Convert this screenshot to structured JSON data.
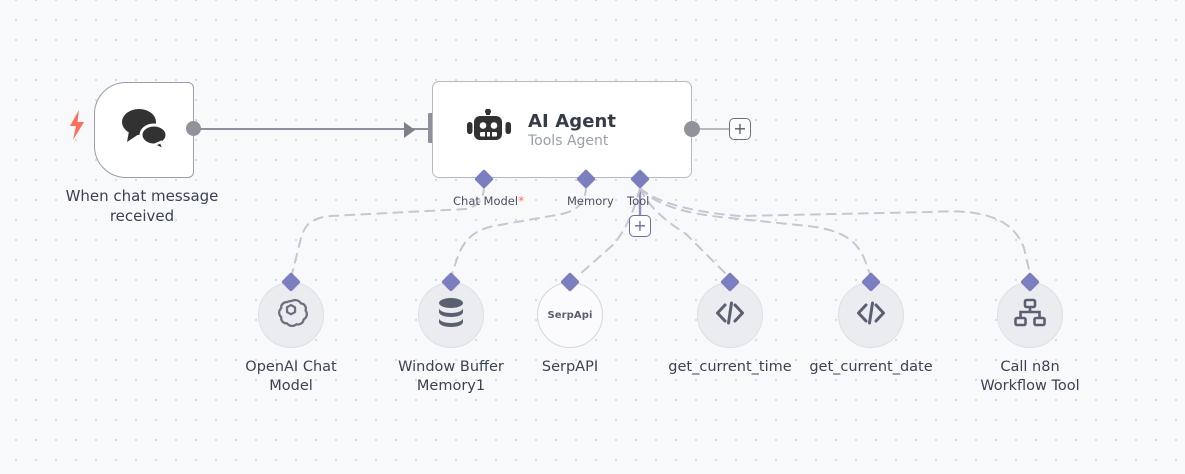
{
  "canvas": {
    "background_color": "#f8f9fb",
    "dot_color": "#d9dce6",
    "accent_port_color": "#7b7ec0",
    "required_marker_color": "#ff6d5a",
    "connector_color": "#c5c8d2"
  },
  "trigger": {
    "label": "When chat message\nreceived",
    "icon": "chat-bubbles-icon",
    "trigger_icon": "lightning-bolt-icon"
  },
  "agent": {
    "title": "AI Agent",
    "subtitle": "Tools Agent",
    "icon": "robot-icon",
    "add_button_label": "+",
    "ports": [
      {
        "label": "Chat Model",
        "required": true,
        "required_marker": "*"
      },
      {
        "label": "Memory",
        "required": false,
        "required_marker": ""
      },
      {
        "label": "Tool",
        "required": false,
        "required_marker": ""
      }
    ],
    "tool_add_button_label": "+"
  },
  "subnodes": [
    {
      "label": "OpenAI Chat\nModel",
      "icon": "openai-icon",
      "style": "filled"
    },
    {
      "label": "Window Buffer\nMemory1",
      "icon": "database-icon",
      "style": "filled"
    },
    {
      "label": "SerpAPI",
      "icon": "serpapi-icon",
      "icon_text": "SerpApi",
      "style": "hollow"
    },
    {
      "label": "get_current_time",
      "icon": "code-icon",
      "style": "filled"
    },
    {
      "label": "get_current_date",
      "icon": "code-icon",
      "style": "filled"
    },
    {
      "label": "Call n8n\nWorkflow Tool",
      "icon": "sitemap-icon",
      "style": "filled"
    }
  ]
}
